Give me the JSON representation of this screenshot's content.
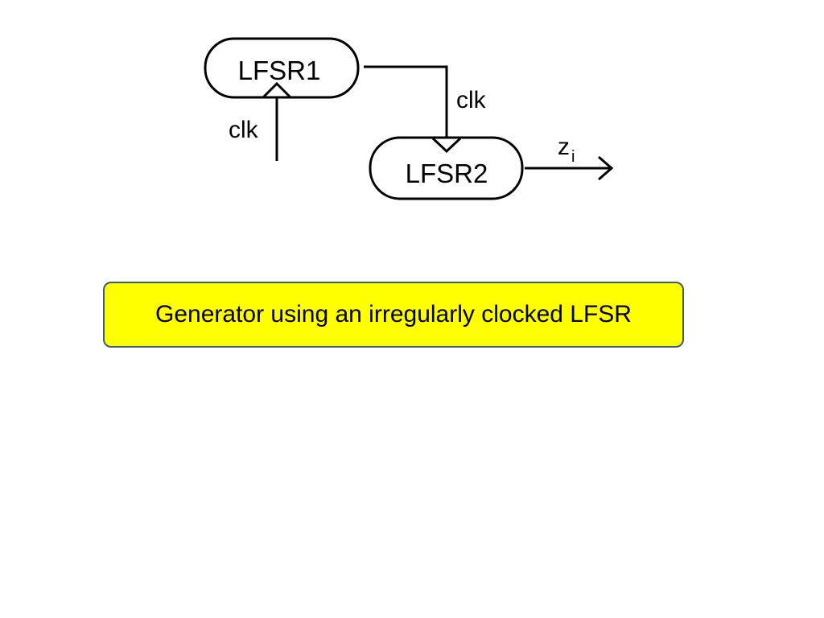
{
  "diagram": {
    "lfsr1_label": "LFSR1",
    "lfsr2_label": "LFSR2",
    "clk_input_label": "clk",
    "clk_link_label": "clk",
    "output_label_main": "z",
    "output_label_sub": "i"
  },
  "caption": {
    "text": "Generator using an irregularly clocked LFSR",
    "background_color": "#ffff00",
    "border_color": "#3e5a7a"
  }
}
